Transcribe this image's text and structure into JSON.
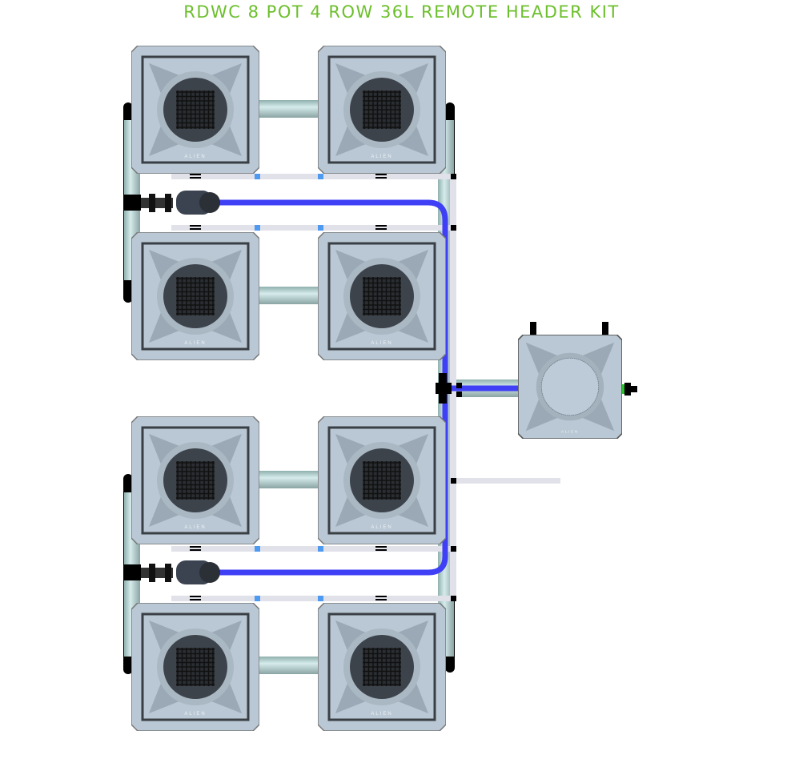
{
  "title": "RDWC 8 POT 4 ROW 36L REMOTE HEADER KIT",
  "pot_logo": "ALIEN",
  "pots": [
    {
      "id": "pot-1"
    },
    {
      "id": "pot-2"
    },
    {
      "id": "pot-3"
    },
    {
      "id": "pot-4"
    },
    {
      "id": "pot-5"
    },
    {
      "id": "pot-6"
    },
    {
      "id": "pot-7"
    },
    {
      "id": "pot-8"
    }
  ],
  "header_tank": {
    "id": "header-tank",
    "logo": "ALIEN"
  },
  "colors": {
    "title": "#6cbf2c",
    "hose": "#3f3ff5",
    "tank": "#b9c8d4",
    "pipe": "#a9c3c3",
    "return_pipe": "#e1e1ea",
    "joint": "#4d9af0"
  }
}
